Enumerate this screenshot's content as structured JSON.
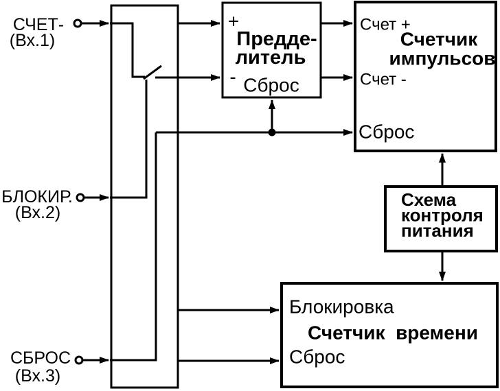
{
  "diagram": {
    "background": "#ffffff",
    "line_color": "#000000",
    "inputs": [
      {
        "label": "СЧЕТ-",
        "sub": "(Вх.1)"
      },
      {
        "label": "БЛОКИР.",
        "sub": "(Вх.2)"
      },
      {
        "label": "СБРОС",
        "sub": "(Вх.3)"
      }
    ],
    "prescaler": {
      "title_line1": "Предде-",
      "title_line2": "литель",
      "plus": "+",
      "minus": "-",
      "reset": "Сброс"
    },
    "pulse_counter": {
      "title_line1": "Счетчик",
      "title_line2": "импульсов",
      "count_plus": "Счет +",
      "count_minus": "Счет -",
      "reset": "Сброс"
    },
    "power_monitor": {
      "line1": "Схема",
      "line2": "контроля",
      "line3": "питания"
    },
    "time_counter": {
      "title": "Счетчик  времени",
      "blocking": "Блокировка",
      "reset": "Сброс"
    }
  }
}
